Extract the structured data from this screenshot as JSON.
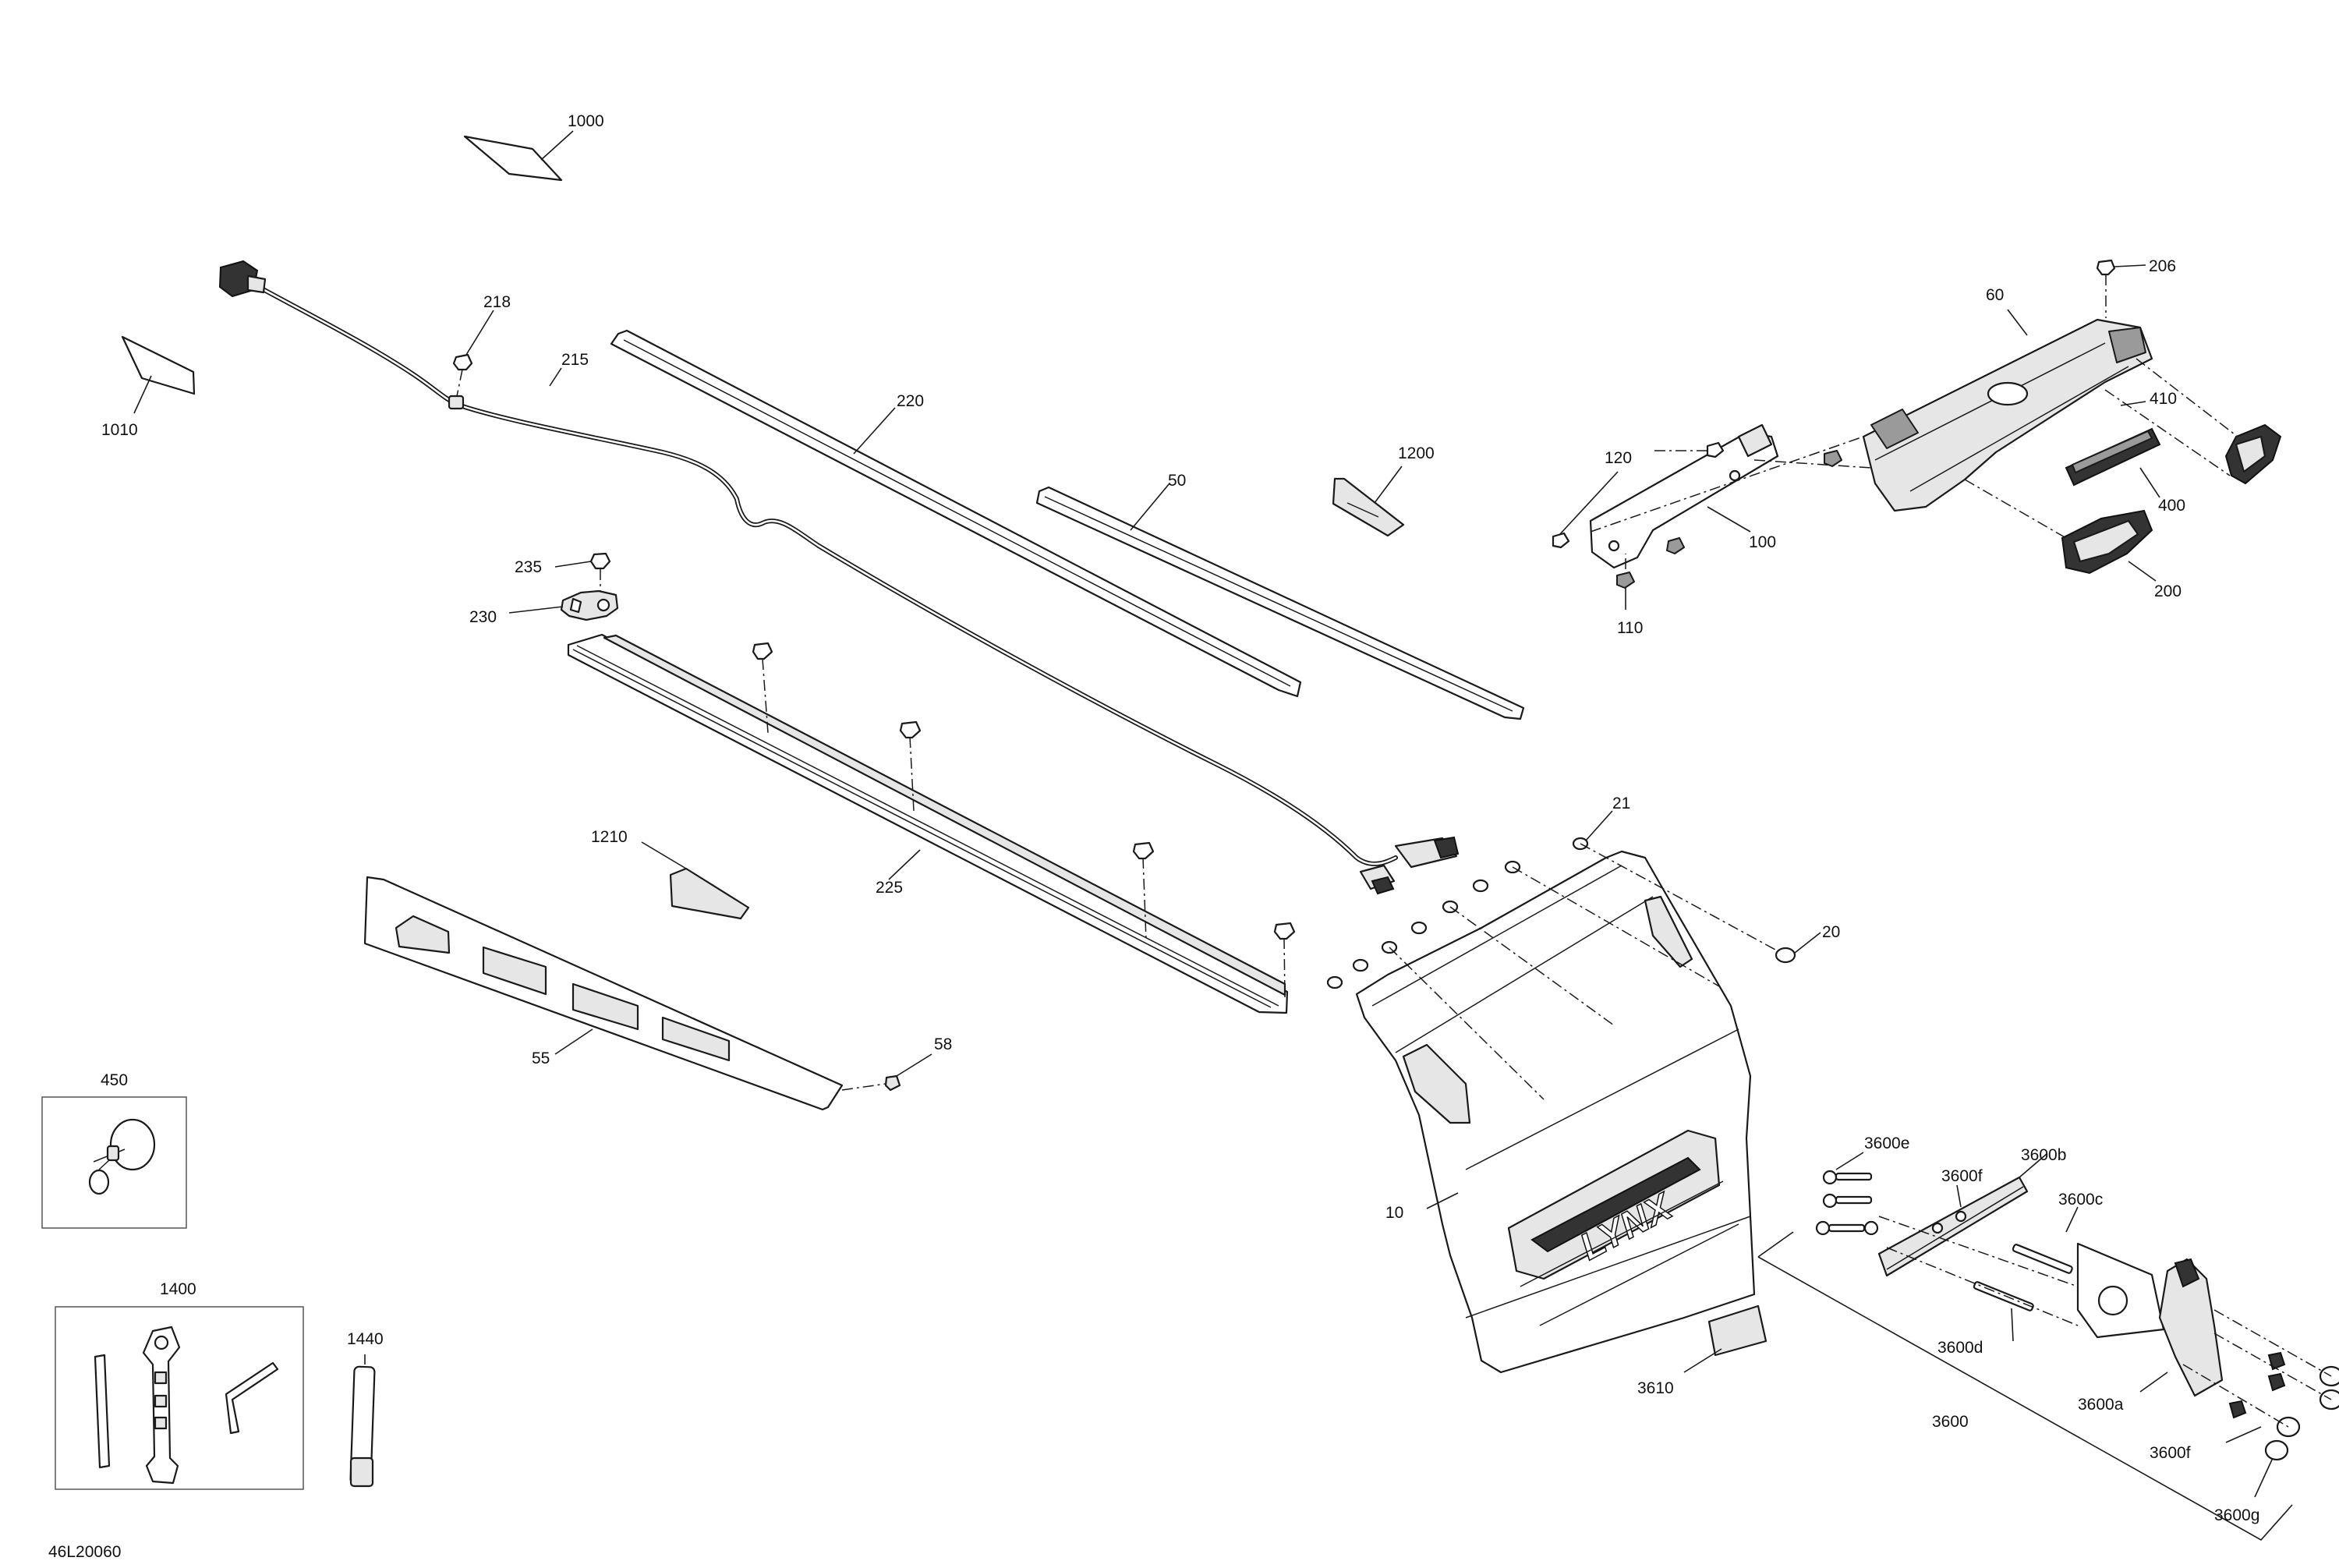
{
  "diagram": {
    "reference_code": "46L20060",
    "brand_logo_text": "LYNX",
    "callouts": {
      "c1000": "1000",
      "c1010": "1010",
      "c218": "218",
      "c215": "215",
      "c220": "220",
      "c50": "50",
      "c1200": "1200",
      "c235": "235",
      "c230": "230",
      "c1210": "1210",
      "c225": "225",
      "c55": "55",
      "c58": "58",
      "c450": "450",
      "c1400": "1400",
      "c1440": "1440",
      "c206": "206",
      "c60": "60",
      "c410": "410",
      "c120": "120",
      "c400": "400",
      "c100": "100",
      "c200": "200",
      "c110": "110",
      "c21": "21",
      "c20": "20",
      "c10": "10",
      "c3610": "3610",
      "c3600e": "3600e",
      "c3600b": "3600b",
      "c3600f_top": "3600f",
      "c3600c": "3600c",
      "c3600d": "3600d",
      "c3600a": "3600a",
      "c3600": "3600",
      "c3600f_bottom": "3600f",
      "c3600g": "3600g"
    }
  }
}
